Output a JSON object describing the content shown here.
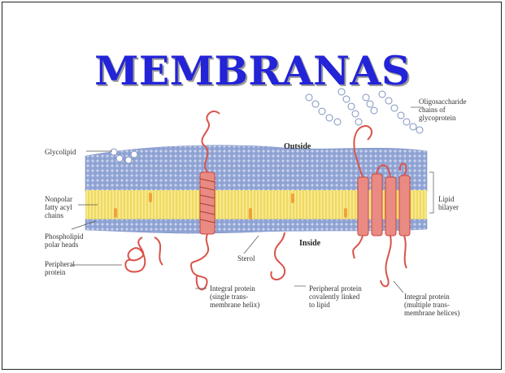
{
  "title": "MEMBRANAS",
  "diagram": {
    "labels": {
      "oligosaccharide": "Oligosaccharide\nchains of\nglycoprotein",
      "glycolipid": "Glycolipid",
      "outside": "Outside",
      "inside": "Inside",
      "nonpolar": "Nonpolar\nfatty acyl\nchains",
      "lipid_bilayer": "Lipid\nbilayer",
      "phospholipid": "Phospholipid\npolar heads",
      "peripheral_protein": "Peripheral\nprotein",
      "sterol": "Sterol",
      "integral_single": "Integral protein\n(single trans-\nmembrane helix)",
      "peripheral_covalent": "Peripheral protein\ncovalently linked\nto lipid",
      "integral_multiple": "Integral protein\n(multiple trans-\nmembrane helices)"
    },
    "colors": {
      "title": "#2323d8",
      "heads": "#9fb1dc",
      "tails": "#f2df5c",
      "protein": "#e0685e",
      "sugar": "#b7c5de"
    }
  }
}
